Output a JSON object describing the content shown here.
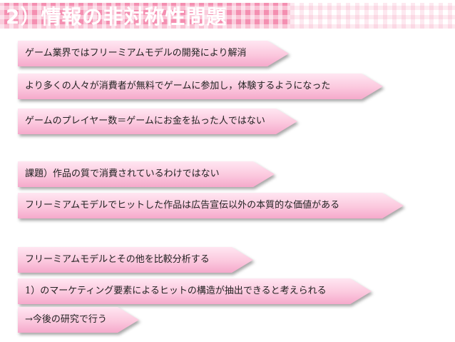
{
  "title": "2）情報の非対称性問題",
  "colors": {
    "accent": "#f48fb1",
    "arrow_top": "#ffe6f1",
    "arrow_bottom": "#f5a9cb",
    "text": "#222222"
  },
  "arrows": [
    "ゲーム業界ではフリーミアムモデルの開発により解消",
    "より多くの人々が消費者が無料でゲームに参加し，体験するようになった",
    "ゲームのプレイヤー数＝ゲームにお金を払った人ではない",
    "課題）作品の質で消費されているわけではない",
    "フリーミアムモデルでヒットした作品は広告宣伝以外の本質的な価値がある",
    "フリーミアムモデルとその他を比較分析する",
    "1）のマーケティング要素によるヒットの構造が抽出できると考えられる",
    "→今後の研究で行う"
  ]
}
